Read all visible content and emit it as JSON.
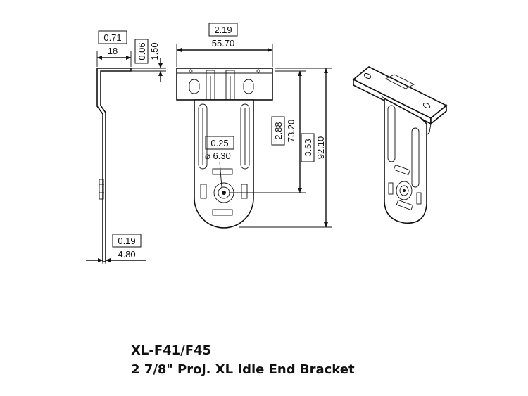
{
  "title": {
    "model": "XL-F41/F45",
    "description": "2 7/8\" Proj. XL Idle End Bracket"
  },
  "dimensions": {
    "flange_inch": "0.71",
    "flange_mm": "18",
    "offset_inch": "0.06",
    "offset_mm": "1.50",
    "thickness_inch": "0.19",
    "thickness_mm": "4.80",
    "width_inch": "2.19",
    "width_mm": "55.70",
    "hole_inch": "0.25",
    "hole_mm": "⌀ 6.30",
    "hole_drop_inch": "2.88",
    "hole_drop_mm": "73.20",
    "total_height_inch": "3.63",
    "total_height_mm": "92.10"
  }
}
